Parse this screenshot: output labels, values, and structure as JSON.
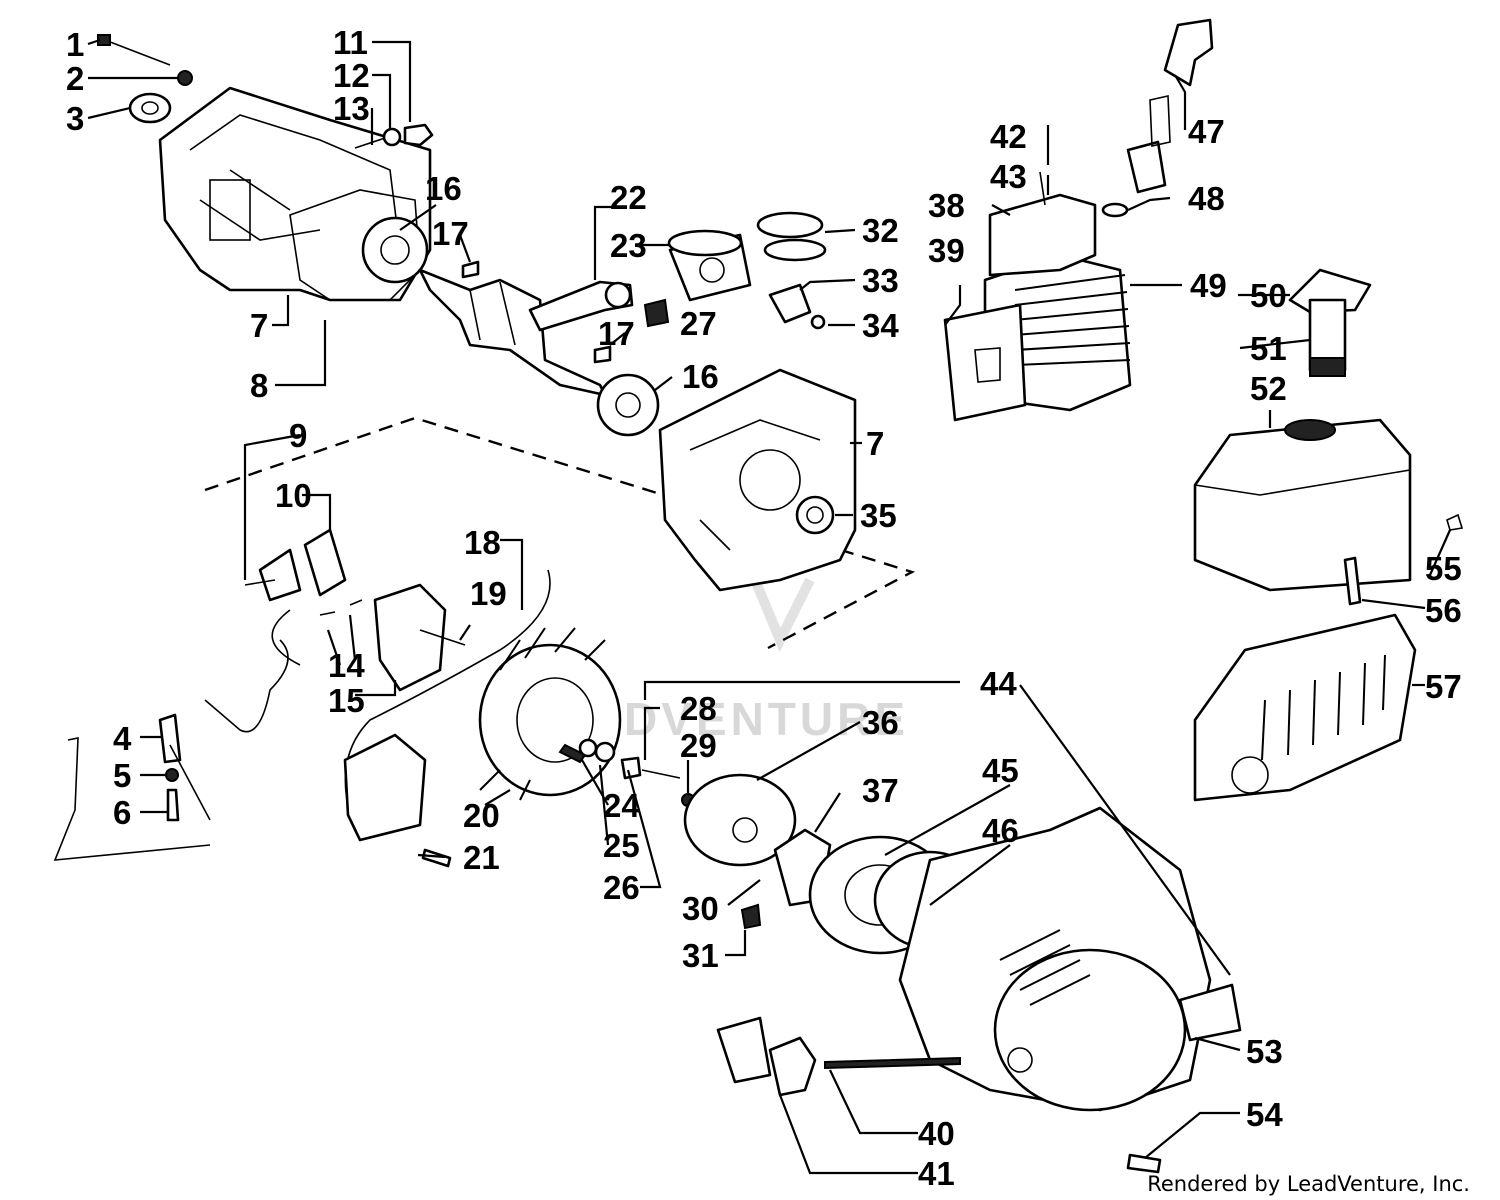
{
  "watermark": "LEADVENTURE",
  "footer": "Rendered by LeadVenture, Inc.",
  "callouts": [
    "1",
    "2",
    "3",
    "4",
    "5",
    "6",
    "7",
    "8",
    "9",
    "10",
    "11",
    "12",
    "13",
    "14",
    "15",
    "16",
    "17",
    "18",
    "19",
    "20",
    "21",
    "22",
    "23",
    "24",
    "25",
    "26",
    "27",
    "28",
    "29",
    "30",
    "31",
    "32",
    "33",
    "34",
    "35",
    "36",
    "37",
    "38",
    "39",
    "40",
    "41",
    "42",
    "43",
    "44",
    "45",
    "46",
    "47",
    "48",
    "49",
    "50",
    "51",
    "52",
    "53",
    "54",
    "55",
    "56",
    "57"
  ]
}
